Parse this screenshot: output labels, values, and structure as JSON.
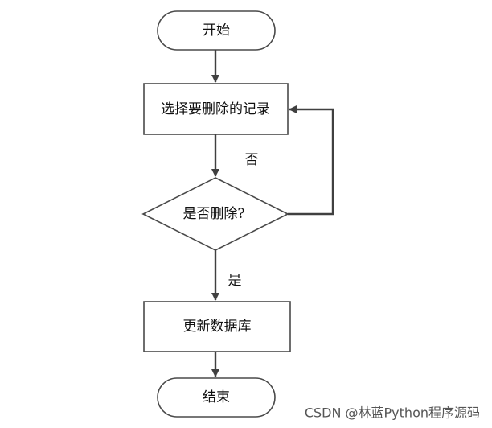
{
  "nodes": {
    "start": "开始",
    "select": "选择要删除的记录",
    "decision": "是否删除?",
    "update": "更新数据库",
    "end": "结束"
  },
  "edges": {
    "no_label": "否",
    "yes_label": "是"
  },
  "watermark": "CSDN @林蓝Python程序源码",
  "colors": {
    "stroke": "#4a4a4a",
    "arrow": "#404040",
    "fill": "#ffffff"
  }
}
